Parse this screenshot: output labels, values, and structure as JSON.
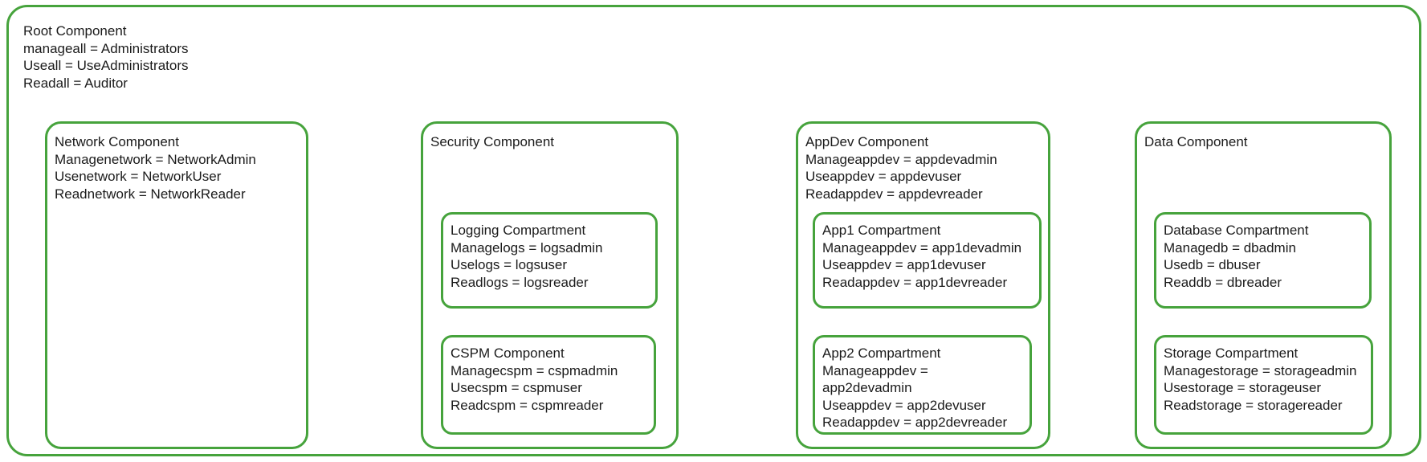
{
  "colors": {
    "border_green": "#46a33c",
    "text": "#1b1b1b",
    "background": "#ffffff"
  },
  "root": {
    "title": "Root Component",
    "lines": [
      "manageall = Administrators",
      "Useall = UseAdministrators",
      "Readall = Auditor"
    ]
  },
  "components": [
    {
      "id": "network",
      "title": "Network Component",
      "lines": [
        "Managenetwork = NetworkAdmin",
        "Usenetwork = NetworkUser",
        "Readnetwork = NetworkReader"
      ],
      "compartments": []
    },
    {
      "id": "security",
      "title": "Security Component",
      "lines": [],
      "compartments": [
        {
          "title": "Logging Compartment",
          "lines": [
            "Managelogs = logsadmin",
            "Uselogs = logsuser",
            "Readlogs = logsreader"
          ]
        },
        {
          "title": "CSPM Component",
          "lines": [
            "Managecspm = cspmadmin",
            "Usecspm = cspmuser",
            "Readcspm = cspmreader"
          ]
        }
      ]
    },
    {
      "id": "appdev",
      "title": "AppDev Component",
      "lines": [
        "Manageappdev = appdevadmin",
        "Useappdev = appdevuser",
        "Readappdev = appdevreader"
      ],
      "compartments": [
        {
          "title": "App1 Compartment",
          "lines": [
            "Manageappdev = app1devadmin",
            "Useappdev = app1devuser",
            "Readappdev = app1devreader"
          ]
        },
        {
          "title": "App2 Compartment",
          "lines": [
            "Manageappdev =",
            "app2devadmin",
            "Useappdev = app2devuser",
            "Readappdev = app2devreader"
          ]
        }
      ]
    },
    {
      "id": "data",
      "title": "Data Component",
      "lines": [],
      "compartments": [
        {
          "title": "Database Compartment",
          "lines": [
            "Managedb = dbadmin",
            "Usedb = dbuser",
            "Readdb = dbreader"
          ]
        },
        {
          "title": "Storage Compartment",
          "lines": [
            "Managestorage = storageadmin",
            "Usestorage = storageuser",
            "Readstorage = storagereader"
          ]
        }
      ]
    }
  ]
}
